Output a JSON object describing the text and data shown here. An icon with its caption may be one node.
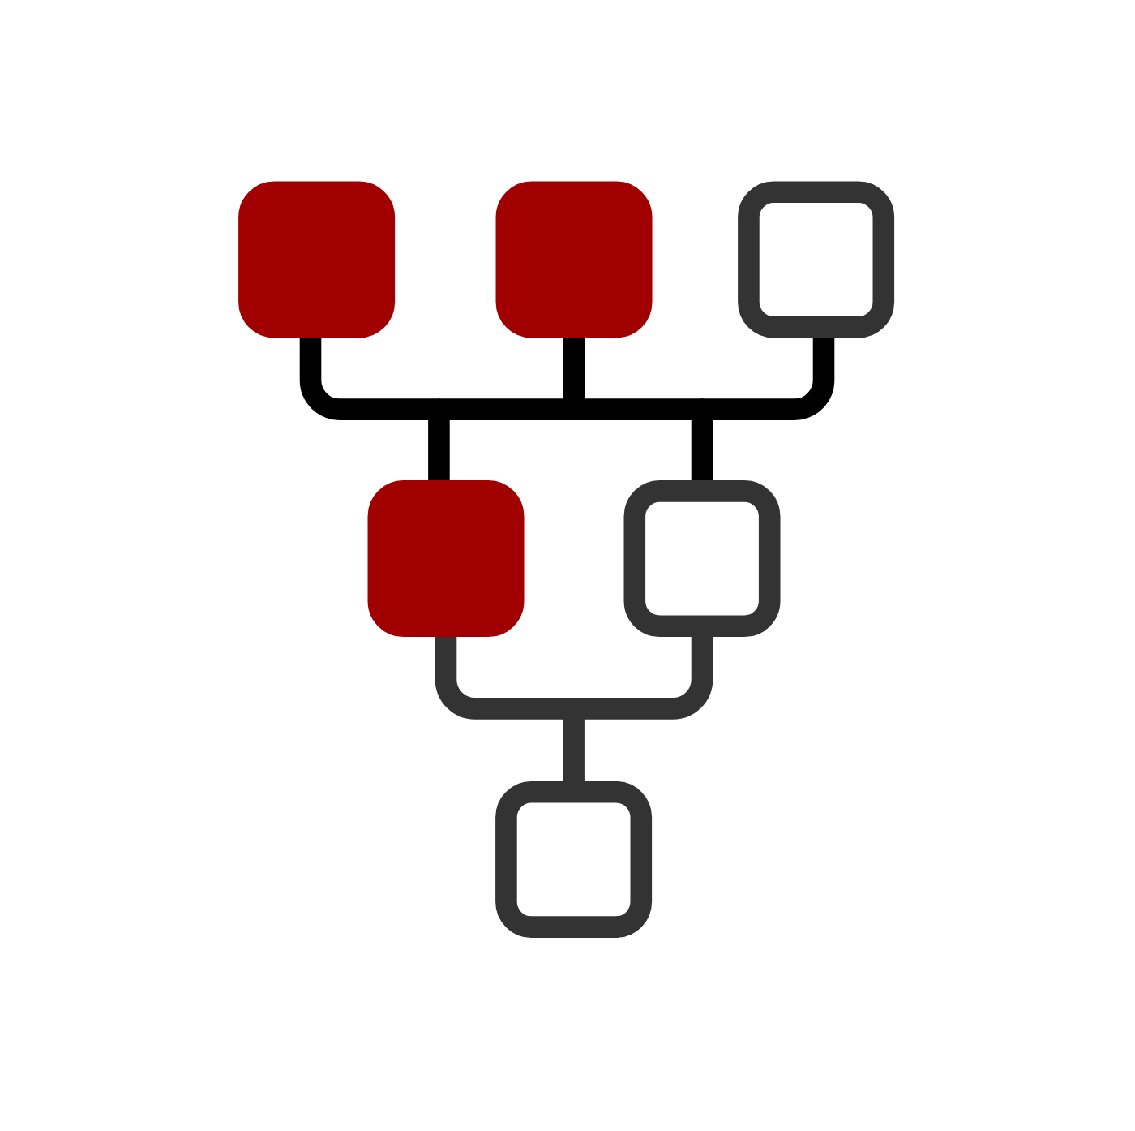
{
  "diagram": {
    "nodes": [
      {
        "text": [],
        "shape": "box"
      },
      {
        "text": [],
        "shape": "box"
      },
      {
        "text": [],
        "shape": "box"
      },
      {
        "text": [],
        "shape": "box"
      },
      {
        "text": [],
        "shape": "box"
      },
      {
        "text": [],
        "shape": "box"
      }
    ],
    "edges": [
      {
        "from": 0,
        "to": 3,
        "arrow": "none"
      },
      {
        "from": 0,
        "to": 4,
        "arrow": "none"
      },
      {
        "from": 1,
        "to": 3,
        "arrow": "none"
      },
      {
        "from": 1,
        "to": 4,
        "arrow": "none"
      },
      {
        "from": 2,
        "to": 3,
        "arrow": "none"
      },
      {
        "from": 2,
        "to": 4,
        "arrow": "none"
      },
      {
        "from": 3,
        "to": 5,
        "arrow": "none",
        "color": "#333333"
      },
      {
        "from": 4,
        "to": 5,
        "arrow": "none",
        "color": "#333333"
      }
    ]
  }
}
